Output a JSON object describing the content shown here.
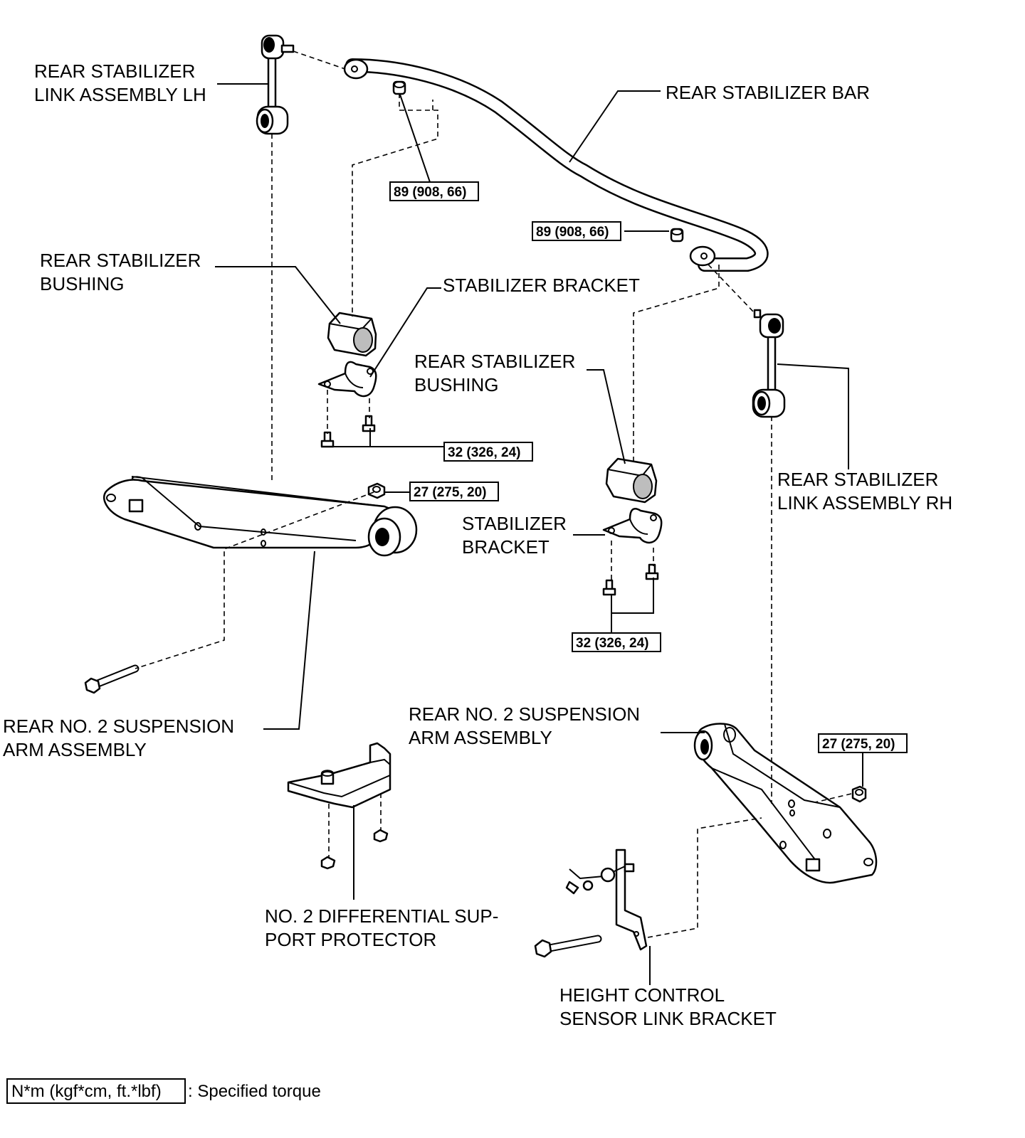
{
  "labels": {
    "stab_link_lh_1": "REAR STABILIZER",
    "stab_link_lh_2": "LINK ASSEMBLY LH",
    "stab_bar": "REAR STABILIZER BAR",
    "bushing_left_1": "REAR STABILIZER",
    "bushing_left_2": "BUSHING",
    "bracket_top": "STABILIZER BRACKET",
    "bushing_right_1": "REAR STABILIZER",
    "bushing_right_2": "BUSHING",
    "stab_link_rh_1": "REAR STABILIZER",
    "stab_link_rh_2": "LINK ASSEMBLY RH",
    "bracket_right_1": "STABILIZER",
    "bracket_right_2": "BRACKET",
    "arm_left_1": "REAR NO. 2  SUSPENSION",
    "arm_left_2": "ARM ASSEMBLY",
    "arm_right_1": "REAR NO. 2  SUSPENSION",
    "arm_right_2": "ARM ASSEMBLY",
    "protector_1": "NO. 2 DIFFERENTIAL SUP-",
    "protector_2": "PORT PROTECTOR",
    "height_1": "HEIGHT CONTROL",
    "height_2": "SENSOR LINK BRACKET"
  },
  "torques": {
    "bar_nut_left": "89 (908, 66)",
    "bar_nut_right": "89 (908, 66)",
    "bracket_bolts_left": "32 (326, 24)",
    "bracket_bolts_right": "32 (326, 24)",
    "arm_nut_left": "27 (275, 20)",
    "arm_nut_right": "27 (275, 20)"
  },
  "legend": {
    "unit": "N*m (kgf*cm, ft.*lbf)",
    "text": ": Specified torque"
  }
}
